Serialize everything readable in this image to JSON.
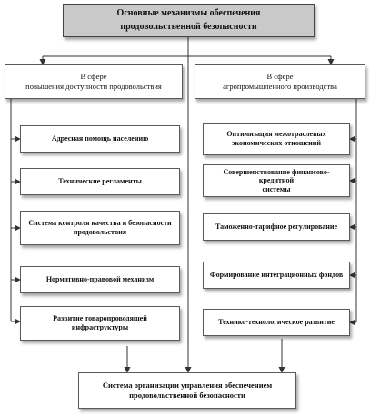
{
  "title": {
    "line1": "Основные механизмы обеспечения",
    "line2": "продовольственной безопасности"
  },
  "left_sphere": {
    "line1": "В сфере",
    "line2": "повышения доступности продовольствия",
    "items": [
      {
        "line1": "Адресная помощь населению",
        "line2": ""
      },
      {
        "line1": "Технические регламенты",
        "line2": ""
      },
      {
        "line1": "Система контроля качества и безопасности",
        "line2": "продовольствия"
      },
      {
        "line1": "Нормативно-правовой механизм",
        "line2": ""
      },
      {
        "line1": "Развитие товаропроводящей",
        "line2": "инфраструктуры"
      }
    ]
  },
  "right_sphere": {
    "line1": "В сфере",
    "line2": "агропромышленного производства",
    "items": [
      {
        "line1": "Оптимизация межотраслевых",
        "line2": "экономических отношений"
      },
      {
        "line1": "Совершенствование финансово-кредитной",
        "line2": "системы"
      },
      {
        "line1": "Таможенно-тарифное регулирование",
        "line2": ""
      },
      {
        "line1": "Формирование интеграционных фондов",
        "line2": ""
      },
      {
        "line1": "Технико-технологическое развитие",
        "line2": ""
      }
    ]
  },
  "bottom": {
    "line1": "Система организации управления обеспечением",
    "line2": "продовольственной безопасности"
  }
}
